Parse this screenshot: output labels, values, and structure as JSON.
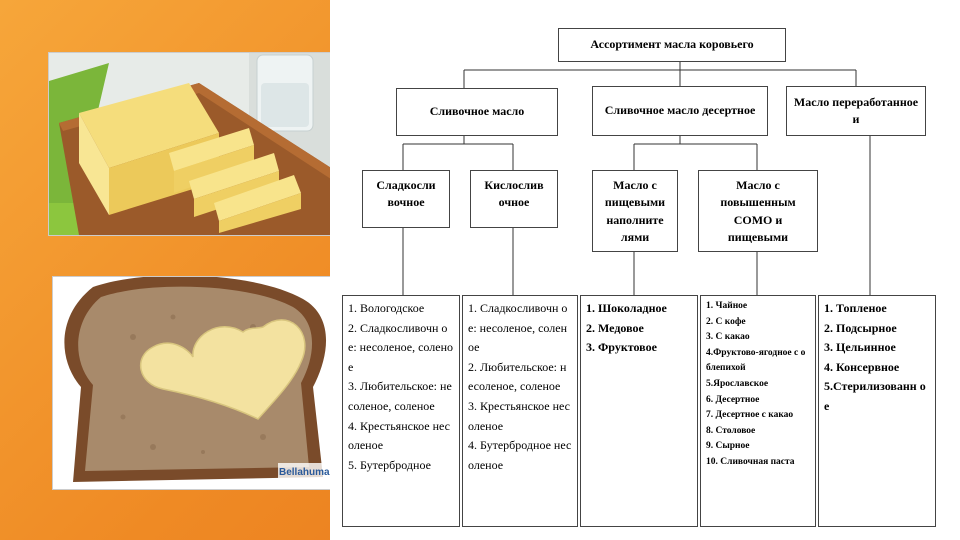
{
  "root": {
    "label": "Ассортимент масла коровьего"
  },
  "categories": [
    {
      "label": "Сливочное масло"
    },
    {
      "label": "Сливочное масло десертное"
    },
    {
      "label": "Масло переработанное и"
    }
  ],
  "subcategories": [
    {
      "label": "Сладкосли вочное"
    },
    {
      "label": "Кислослив очное"
    },
    {
      "label": "Масло с пищевыми наполните лями"
    },
    {
      "label": "Масло с повышенным СОМО и пищевыми"
    }
  ],
  "lists": [
    {
      "items": [
        "1. Вологодское",
        "2. Сладкосливочн ое: несоленое, соленое",
        "3. Любительское: несоленое, соленое",
        "4. Крестьянское несоленое",
        "5. Бутербродное"
      ]
    },
    {
      "items": [
        "1. Сладкосливочн ое: несоленое, соленое",
        "2. Любительское: несоленое, соленое",
        "3. Крестьянское несоленое",
        "4. Бутербродное несоленое"
      ]
    },
    {
      "items": [
        "1. Шоколадное",
        "2. Медовое",
        "3. Фруктовое"
      ]
    },
    {
      "items": [
        "1. Чайное",
        "2. С кофе",
        "3. С какао",
        "4.Фруктово-ягодное с облепихой",
        "5.Ярославское",
        "6. Десертное",
        "7. Десертное с какао",
        "8. Столовое",
        "9. Сырное",
        "10. Сливочная паста"
      ]
    },
    {
      "items": [
        "1. Топленое",
        "2. Подсырное",
        "3. Цельинное",
        "4. Консервное",
        "5.Стерилизованн ое"
      ]
    }
  ],
  "images": [
    {
      "name": "butter-block-photo"
    },
    {
      "name": "bread-heart-butter-photo",
      "watermark": "Bellahuma"
    }
  ],
  "colors": {
    "background": "#ef8a24",
    "panel": "#ffffff",
    "border": "#444444"
  }
}
